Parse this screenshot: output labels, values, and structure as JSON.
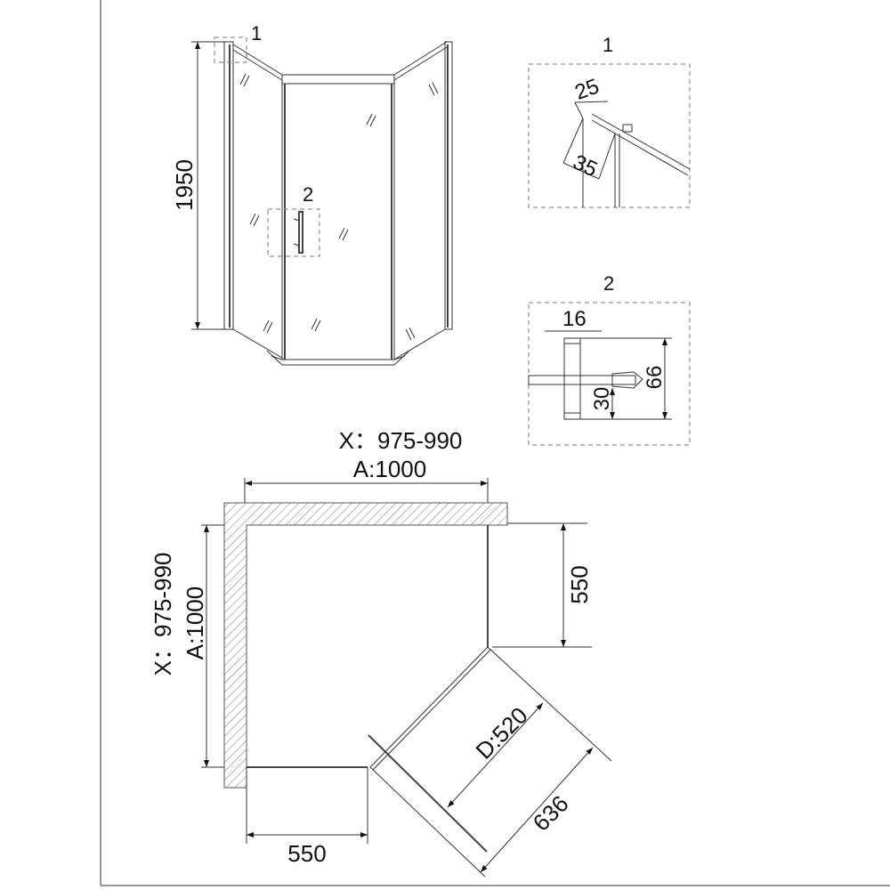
{
  "elevation": {
    "height_label": "1950",
    "callout_1": "1",
    "callout_2": "2"
  },
  "detail_1": {
    "title": "1",
    "dim_a": "25",
    "dim_b": "35"
  },
  "detail_2": {
    "title": "2",
    "dim_a": "16",
    "dim_b": "66",
    "dim_c": "30"
  },
  "plan": {
    "top_tolerance": "X：975-990",
    "top_width": "A:1000",
    "left_tolerance": "X：975-990",
    "left_width": "A:1000",
    "right_side": "550",
    "bottom_side": "550",
    "door_width": "D:520",
    "diagonal": "636"
  }
}
